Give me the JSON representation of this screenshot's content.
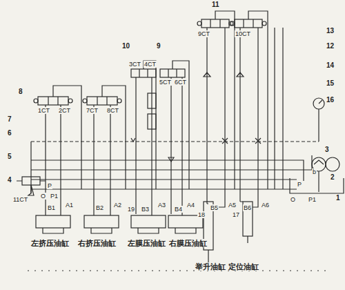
{
  "diagram": {
    "labels": [
      "1",
      "2",
      "3",
      "4",
      "5",
      "6",
      "7",
      "8",
      "9",
      "10",
      "11",
      "12",
      "13",
      "14",
      "15",
      "16",
      "1CT",
      "2CT",
      "7CT",
      "8CT",
      "3CT",
      "4CT",
      "5CT",
      "6CT",
      "9CT",
      "10CT",
      "11CT",
      "P",
      "O",
      "P1",
      "P",
      "O",
      "P1",
      "b",
      "B1",
      "A1",
      "B2",
      "A2",
      "19",
      "B3",
      "A3",
      "B4",
      "A4",
      "B5",
      "18",
      "A5",
      "17",
      "B6",
      "A6",
      "左挤压油缸",
      "右挤压油缸",
      "左膜压油缸",
      "右膜压油缸",
      "举升油缸",
      "定位油缸"
    ]
  }
}
